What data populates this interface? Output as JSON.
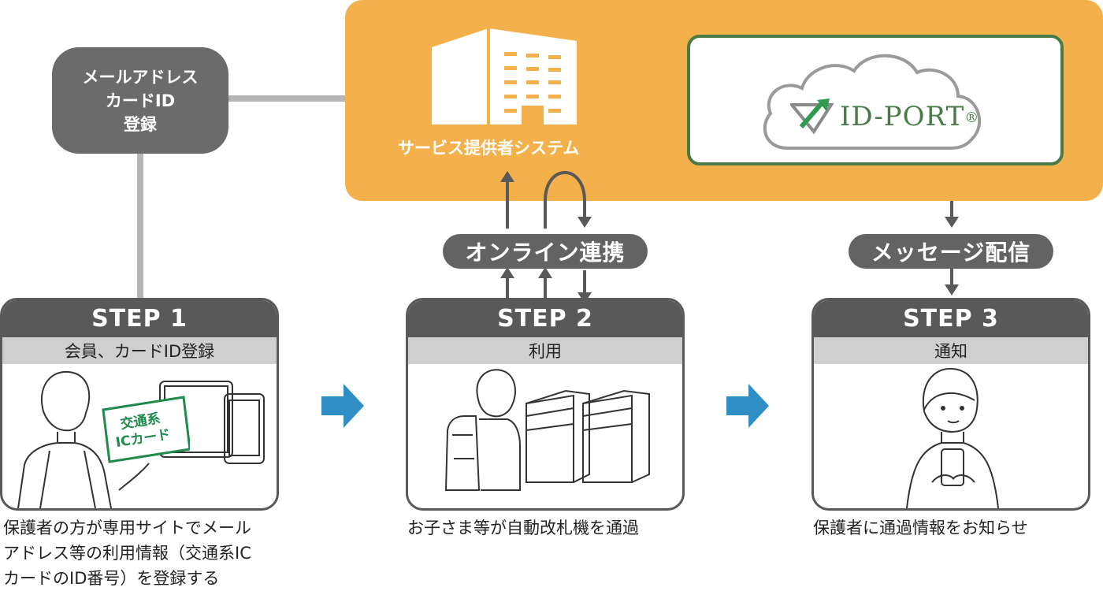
{
  "service_system": {
    "label": "サービス提供者システム"
  },
  "id_port": {
    "logo_text": "ID-PORT",
    "reg_mark": "®"
  },
  "registration": {
    "line1": "メールアドレス",
    "line2": "カードID",
    "line3": "登録"
  },
  "connectors": {
    "online": "オンライン連携",
    "message": "メッセージ配信"
  },
  "steps": [
    {
      "title": "STEP 1",
      "subtitle": "会員、カードID登録",
      "desc_lines": [
        "保護者の方が専用サイトでメール",
        "アドレス等の利用情報（交通系IC",
        "カードのID番号）を登録する"
      ],
      "card_line1": "交通系",
      "card_line2": "ICカード"
    },
    {
      "title": "STEP 2",
      "subtitle": "利用",
      "desc_lines": [
        "お子さま等が自動改札機を通過"
      ]
    },
    {
      "title": "STEP 3",
      "subtitle": "通知",
      "desc_lines": [
        "保護者に通過情報をお知らせ"
      ]
    }
  ],
  "colors": {
    "orange": "#f4b14b",
    "dark_gray": "#595959",
    "light_gray": "#cfcfcf",
    "green": "#4b7a49",
    "blue_arrow": "#2f8fc5",
    "card_green": "#1f8a4c"
  }
}
